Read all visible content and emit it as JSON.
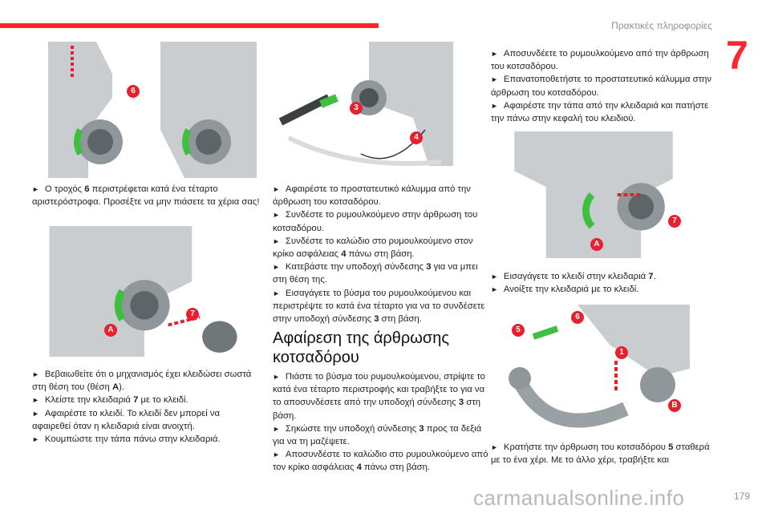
{
  "header": {
    "section_title": "Πρακτικές πληροφορίες",
    "chapter_number": "7",
    "accent_color": "#ff2630"
  },
  "col1": {
    "para1": {
      "pre": "Ο τροχός ",
      "b": "6",
      "post": " περιστρέφεται κατά ένα τέταρτο αριστερόστροφα. Προσέξτε να μην πιάσετε τα χέρια σας!"
    },
    "items": [
      {
        "pre": "Βεβαιωθείτε ότι ο μηχανισμός έχει κλειδώσει σωστά στη θέση του (θέση ",
        "b": "A",
        "post": ")."
      },
      {
        "pre": "Κλείστε την κλειδαριά ",
        "b": "7",
        "post": " με το κλειδί."
      },
      {
        "pre": "Αφαιρέστε το κλειδί. Το κλειδί δεν μπορεί να αφαιρεθεί όταν η κλειδαριά είναι ανοιχτή.",
        "b": "",
        "post": ""
      },
      {
        "pre": "Κουμπώστε την τάπα πάνω στην κλειδαριά.",
        "b": "",
        "post": ""
      }
    ],
    "callouts_img1": [
      "6"
    ],
    "callouts_img3": [
      "7",
      "A"
    ]
  },
  "col2": {
    "callouts_img": [
      "3",
      "4"
    ],
    "items": [
      {
        "pre": "Αφαιρέστε το προστατευτικό κάλυμμα από την άρθρωση του κοτσαδόρου.",
        "b": "",
        "post": ""
      },
      {
        "pre": "Συνδέστε το ρυμουλκούμενο στην άρθρωση του κοτσαδόρου.",
        "b": "",
        "post": ""
      },
      {
        "pre": "Συνδέστε το καλώδιο στο ρυμουλκούμενο στον κρίκο ασφάλειας ",
        "b": "4",
        "post": " πάνω στη βάση."
      },
      {
        "pre": "Κατεβάστε την υποδοχή σύνδεσης ",
        "b": "3",
        "post": " για να μπει στη θέση της."
      },
      {
        "pre": "Εισαγάγετε το βύσμα του ρυμουλκούμενου και περιστρέψτε το κατά ένα τέταρτο για να το συνδέσετε στην υποδοχή σύνδεσης ",
        "b": "3",
        "post": " στη βάση."
      }
    ],
    "heading": "Αφαίρεση της άρθρωσης κοτσαδόρου",
    "items2": [
      {
        "pre": "Πιάστε το βύσμα του ρυμουλκούμενου, στρίψτε το κατά ένα τέταρτο περιστροφής και τραβήξτε το για να το αποσυνδέσετε από την υποδοχή σύνδεσης ",
        "b": "3",
        "post": " στη βάση."
      },
      {
        "pre": "Σηκώστε την υποδοχή σύνδεσης ",
        "b": "3",
        "post": " προς τα δεξιά για να τη μαζέψετε."
      },
      {
        "pre": "Αποσυνδέστε το καλώδιο στο ρυμουλκούμενο από τον κρίκο ασφάλειας ",
        "b": "4",
        "post": " πάνω στη βάση."
      }
    ]
  },
  "col3": {
    "items": [
      {
        "pre": "Αποσυνδέετε το ρυμουλκούμενο από την άρθρωση του κοτσαδόρου.",
        "b": "",
        "post": ""
      },
      {
        "pre": "Επανατοποθετήστε το προστατευτικό κάλυμμα στην άρθρωση του κοτσαδόρου.",
        "b": "",
        "post": ""
      },
      {
        "pre": "Αφαιρέστε την τάπα από την κλειδαριά και πατήστε την πάνω στην κεφαλή του κλειδιού.",
        "b": "",
        "post": ""
      }
    ],
    "callouts_img1": [
      "7",
      "A"
    ],
    "items2": [
      {
        "pre": "Εισαγάγετε το κλειδί στην κλειδαριά ",
        "b": "7",
        "post": "."
      },
      {
        "pre": "Ανοίξτε την κλειδαριά με το κλειδί.",
        "b": "",
        "post": ""
      }
    ],
    "callouts_img2": [
      "5",
      "6",
      "1",
      "B"
    ],
    "items3": [
      {
        "pre": "Κρατήστε την άρθρωση του κοτσαδόρου ",
        "b": "5",
        "post": " σταθερά με το ένα χέρι. Με το άλλο χέρι, τραβήξτε και"
      }
    ]
  },
  "footer": {
    "page_number": "179",
    "watermark": "carmanualsonline.info"
  }
}
